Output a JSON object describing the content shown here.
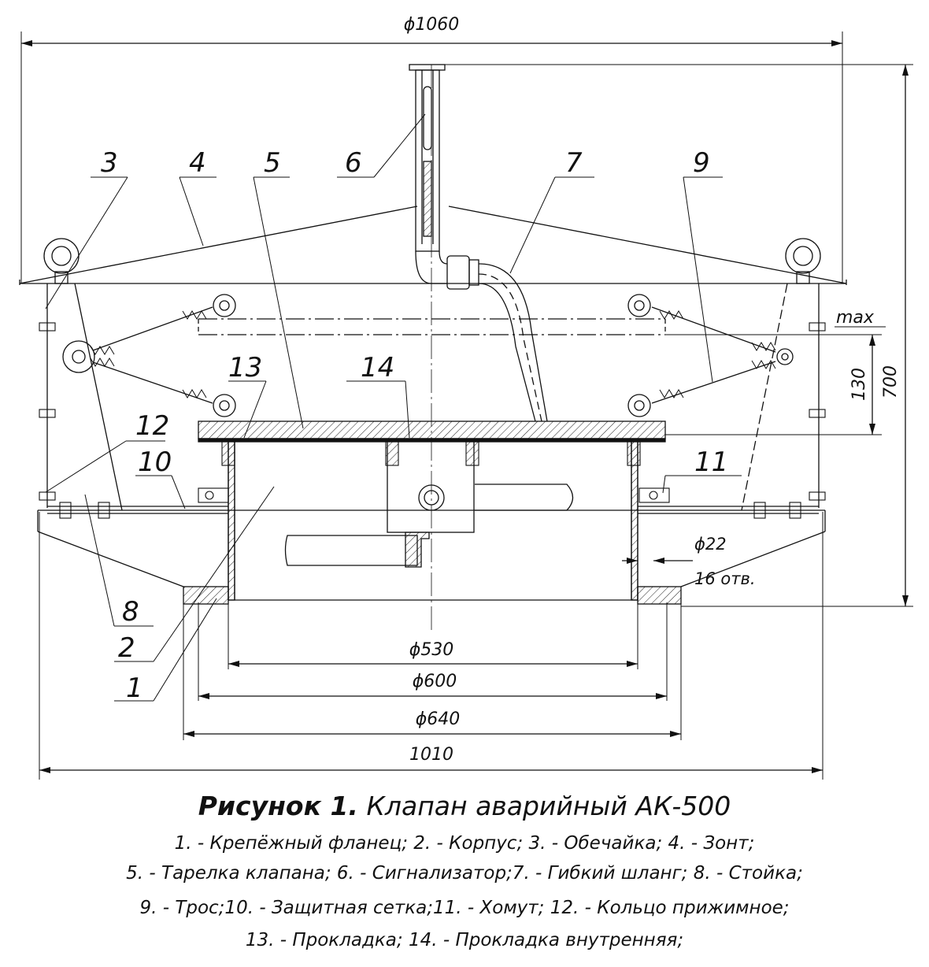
{
  "dimensions": {
    "d1060": "ϕ1060",
    "d530": "ϕ530",
    "d600": "ϕ600",
    "d640": "ϕ640",
    "d1010": "1010",
    "d22": "ϕ22",
    "holes": "16 отв.",
    "h700": "700",
    "h130": "130",
    "max": "max"
  },
  "callouts": [
    "1",
    "2",
    "3",
    "4",
    "5",
    "6",
    "7",
    "8",
    "9",
    "10",
    "11",
    "12",
    "13",
    "14"
  ],
  "caption": {
    "title_bold": "Рисунок 1.",
    "title_rest": " Клапан аварийный АК-500",
    "legend_lines": [
      "1. - Крепёжный фланец; 2. - Корпус; 3. - Обечайка; 4. - Зонт;",
      "5. - Тарелка клапана; 6. - Сигнализатор;7. - Гибкий шланг; 8. - Стойка;",
      "9. - Трос;10. - Защитная сетка;11. - Хомут; 12. - Кольцо прижимное;",
      "13. - Прокладка; 14. - Прокладка внутренняя;"
    ]
  }
}
